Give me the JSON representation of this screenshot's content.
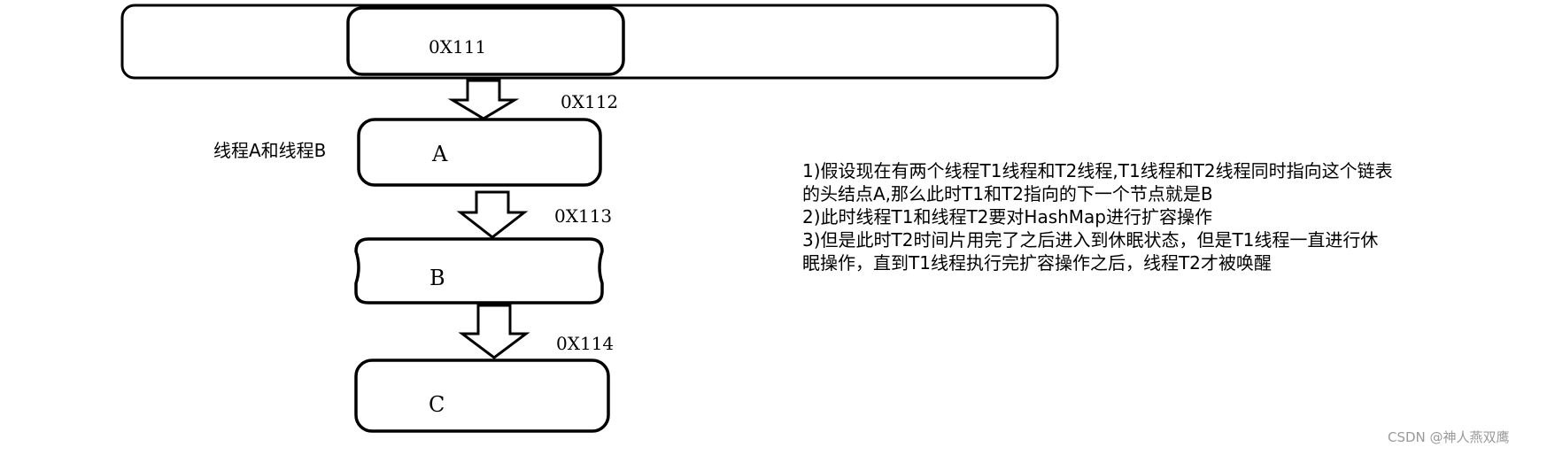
{
  "hashmap_array": {
    "slot_address": "0X111"
  },
  "arrows": [
    {
      "address": "0X112"
    },
    {
      "address": "0X113"
    },
    {
      "address": "0X114"
    }
  ],
  "nodes": [
    {
      "label": "A"
    },
    {
      "label": "B"
    },
    {
      "label": "C"
    }
  ],
  "threads_label": "线程A和线程B",
  "description": [
    "1)假设现在有两个线程T1线程和T2线程,T1线程和T2线程同时指向这个链表",
    "的头结点A,那么此时T1和T2指向的下一个节点就是B",
    "2)此时线程T1和线程T2要对HashMap进行扩容操作",
    "3)但是此时T2时间片用完了之后进入到休眠状态，但是T1线程一直进行休",
    "眠操作，直到T1线程执行完扩容操作之后，线程T2才被唤醒"
  ],
  "watermark": "CSDN @神人燕双鹰",
  "colors": {
    "stroke": "#000000",
    "background": "#ffffff",
    "watermark": "#9a9a9a"
  }
}
